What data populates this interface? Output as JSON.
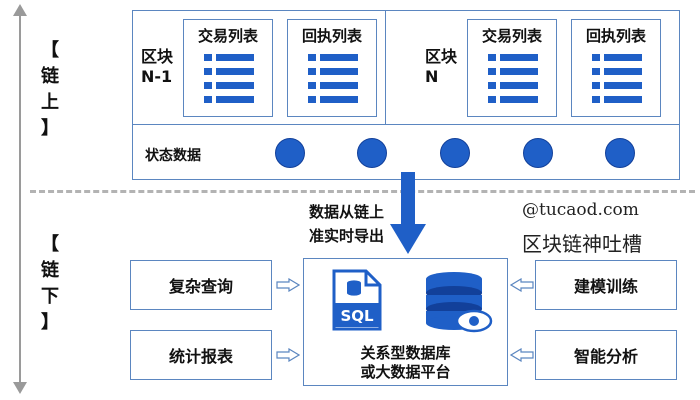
{
  "axis": {
    "on_chain_label": "【链上】",
    "off_chain_label": "【链下】"
  },
  "blocks": [
    {
      "label_line1": "区块",
      "label_line2": "N-1",
      "tx_list": "交易列表",
      "receipt_list": "回执列表"
    },
    {
      "label_line1": "区块",
      "label_line2": "N",
      "tx_list": "交易列表",
      "receipt_list": "回执列表"
    }
  ],
  "state": {
    "label": "状态数据",
    "dot_count": 5
  },
  "sync": {
    "line1": "数据从链上",
    "line2": "准实时导出"
  },
  "watermark": {
    "handle": "@tucaod.com",
    "title": "区块链神吐槽"
  },
  "left_boxes": {
    "complex_query": "复杂查询",
    "stat_report": "统计报表"
  },
  "right_boxes": {
    "modeling": "建模训练",
    "smart_analysis": "智能分析"
  },
  "platform": {
    "sql_label": "SQL",
    "line1": "关系型数据库",
    "line2": "或大数据平台"
  },
  "colors": {
    "accent": "#1f5fc7",
    "border": "#5b86c0",
    "axis": "#9a9a9a"
  }
}
